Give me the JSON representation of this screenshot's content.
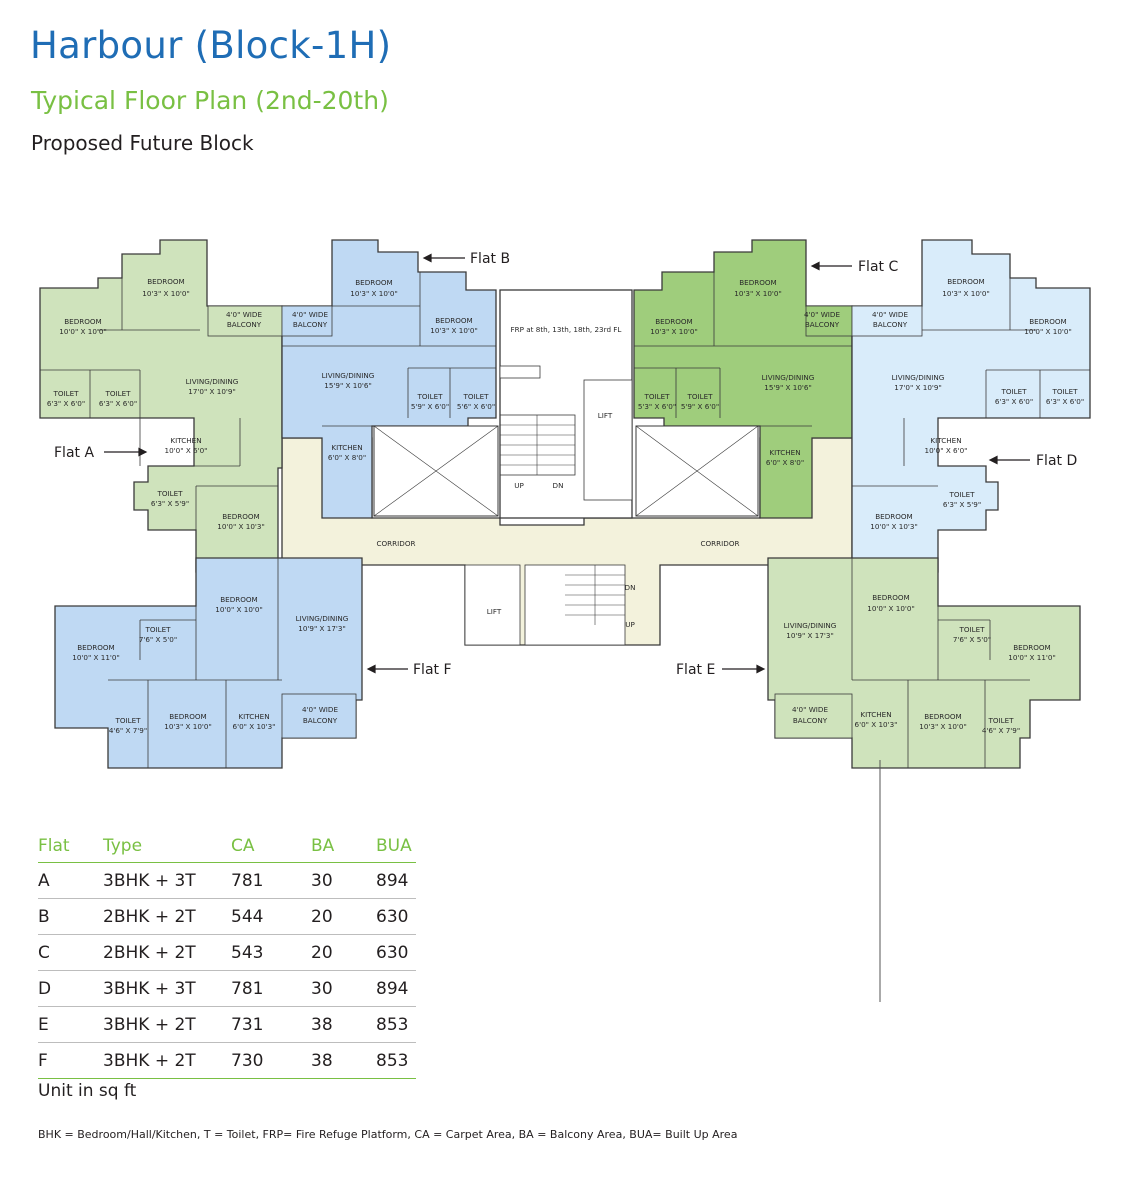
{
  "header": {
    "title": "Harbour (Block-1H)",
    "subtitle": "Typical Floor Plan (2nd-20th)",
    "note": "Proposed Future Block"
  },
  "colors": {
    "green_light": "#cfe3bc",
    "green_dark": "#9fcd7c",
    "blue_mid": "#bfd9f3",
    "blue_light": "#d9ecfa",
    "corridor": "#f3f2dc",
    "title_blue": "#1f6db5",
    "accent_green": "#79c043"
  },
  "plan": {
    "flat_labels": {
      "a": "Flat A",
      "b": "Flat B",
      "c": "Flat C",
      "d": "Flat D",
      "e": "Flat E",
      "f": "Flat F"
    },
    "bedroom": "BEDROOM",
    "toilet": "TOILET",
    "living": "LIVING/DINING",
    "kitchen": "KITCHEN",
    "balcony_top": "4'0\" WIDE",
    "balcony_bottom": "BALCONY",
    "corridor": "CORRIDOR",
    "lift": "LIFT",
    "up": "UP",
    "dn": "DN",
    "frp": "FRP at 8th, 13th, 18th, 23rd FL",
    "dims": {
      "a_bed1": "10'3\" X 10'0\"",
      "a_bed2": "10'0\" X 10'0\"",
      "a_t1": "6'3\" X 6'0\"",
      "a_t2": "6'3\" X 6'0\"",
      "a_living": "17'0\" X 10'9\"",
      "a_kitchen": "10'0\" X 6'0\"",
      "a_t3": "6'3\" X 5'9\"",
      "a_bed3": "10'0\" X 10'3\"",
      "b_bed1": "10'3\" X 10'0\"",
      "b_bed2": "10'3\" X 10'0\"",
      "b_living": "15'9\" X 10'6\"",
      "b_t1": "5'9\" X 6'0\"",
      "b_t2": "5'6\" X 6'0\"",
      "b_kitchen": "6'0\" X 8'0\"",
      "c_bed1": "10'3\" X 10'0\"",
      "c_bed2": "10'3\" X 10'0\"",
      "c_living": "15'9\" X 10'6\"",
      "c_t1": "5'3\" X 6'0\"",
      "c_t2": "5'9\" X 6'0\"",
      "c_kitchen": "6'0\" X 8'0\"",
      "d_bed1": "10'3\" X 10'0\"",
      "d_bed2": "10'0\" X 10'0\"",
      "d_living": "17'0\" X 10'9\"",
      "d_t1": "6'3\" X 6'0\"",
      "d_t2": "6'3\" X 6'0\"",
      "d_kitchen": "10'0\" X 6'0\"",
      "d_t3": "6'3\" X 5'9\"",
      "d_bed3": "10'0\" X 10'3\"",
      "f_bed1": "10'0\" X 10'0\"",
      "f_bed2": "10'0\" X 11'0\"",
      "f_t1": "7'6\" X 5'0\"",
      "f_living": "10'9\" X 17'3\"",
      "f_t2": "4'6\" X 7'9\"",
      "f_bed3": "10'3\" X 10'0\"",
      "f_kitchen": "6'0\" X 10'3\"",
      "e_bed1": "10'0\" X 10'0\"",
      "e_bed2": "10'0\" X 11'0\"",
      "e_t1": "7'6\" X 5'0\"",
      "e_living": "10'9\" X 17'3\"",
      "e_kitchen": "6'0\" X 10'3\"",
      "e_bed3": "10'3\" X 10'0\"",
      "e_t2": "4'6\" X 7'9\""
    }
  },
  "area_table": {
    "headers": [
      "Flat",
      "Type",
      "CA",
      "BA",
      "BUA"
    ],
    "rows": [
      [
        "A",
        "3BHK + 3T",
        "781",
        "30",
        "894"
      ],
      [
        "B",
        "2BHK + 2T",
        "544",
        "20",
        "630"
      ],
      [
        "C",
        "2BHK + 2T",
        "543",
        "20",
        "630"
      ],
      [
        "D",
        "3BHK + 3T",
        "781",
        "30",
        "894"
      ],
      [
        "E",
        "3BHK + 2T",
        "731",
        "38",
        "853"
      ],
      [
        "F",
        "3BHK + 2T",
        "730",
        "38",
        "853"
      ]
    ],
    "unit_note": "Unit in sq ft"
  },
  "legend": "BHK = Bedroom/Hall/Kitchen, T = Toilet, FRP= Fire Refuge Platform, CA = Carpet Area, BA = Balcony Area, BUA= Built Up Area"
}
